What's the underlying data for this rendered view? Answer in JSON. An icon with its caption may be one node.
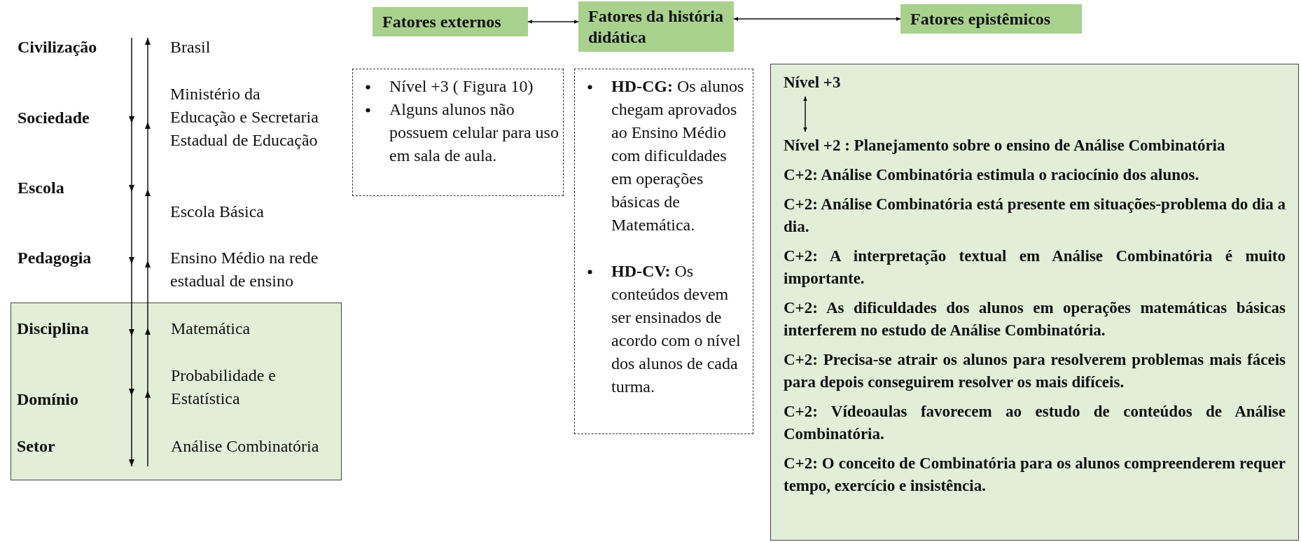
{
  "diagram": {
    "nodes": [
      {
        "text": [
          "Fatores externos"
        ]
      },
      {
        "text": [
          "Fatores da história didática"
        ]
      },
      {
        "text": [
          "Fatores epistêmicos"
        ]
      },
      {
        "text": [
          "Nível +3 ( Figura 10)",
          "Alguns alunos não possuem celular para uso em sala de aula."
        ]
      },
      {
        "text": [
          "**HD-CG:** Os alunos chegam aprovados ao Ensino Médio com dificuldades em operações básicas de Matemática.",
          "**HD-CV:** Os conteúdos devem ser ensinados de acordo com o nível dos alunos de cada turma."
        ]
      },
      {
        "text": [
          "C+2: Análise Combinatória estimula o raciocínio dos alunos.",
          "C+2: Análise Combinatória está presente em situações-problema do dia a dia.",
          "C+2: A interpretação textual em Análise Combinatória é muito importante.",
          "C+2: As dificuldades dos alunos em operações matemáticas básicas interferem no estudo de Análise Combinatória.",
          "C+2: Precisa-se atrair os alunos para resolverem problemas mais fáceis para depois conseguirem resolver os mais difíceis.",
          "C+2: Vídeoaulas favorecem ao estudo de conteúdos de Análise Combinatória.",
          "C+2: O conceito de Combinatória para os alunos compreenderem requer tempo, exercício e insistência."
        ]
      },
      {
        "text": [
          "Nível +3"
        ],
        "in": 5
      },
      {
        "text": [
          "Nível +2 : Planejamento sobre o ensino de Análise Combinatória"
        ],
        "in": 5
      },
      {
        "text": [
          "Disciplina",
          "Matemática",
          "Domínio",
          "Probabilidade e Estatística",
          "Setor",
          "Análise Combinatória"
        ]
      }
    ],
    "edges": [
      {
        "from": 0,
        "to": 1,
        "arrow": "both"
      },
      {
        "from": 1,
        "to": 2,
        "arrow": "both"
      },
      {
        "from": 6,
        "to": 7,
        "arrow": "both"
      }
    ],
    "labels": [
      "Civilização",
      "Brasil",
      "Sociedade",
      "Ministério da Educação e Secretaria Estadual de Educação",
      "Escola",
      "Escola Básica",
      "Pedagogia",
      "Ensino Médio na rede estadual de ensino"
    ]
  }
}
